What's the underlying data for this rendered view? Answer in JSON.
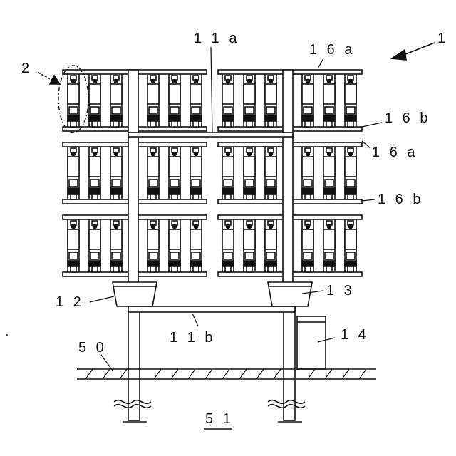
{
  "figure": {
    "labels": {
      "rack": "1",
      "cell_unit": "2",
      "upper_beam": "1 1 a",
      "lower_beam": "1 1 b",
      "left_base": "1 2",
      "right_base": "1 3",
      "box": "1 4",
      "shelf_top_1": "1 6 a",
      "shelf_bottom_1": "1 6 b",
      "shelf_top_2": "1 6 a",
      "shelf_bottom_2": "1 6 b",
      "floor": "5 0",
      "ground": "5 1"
    }
  }
}
